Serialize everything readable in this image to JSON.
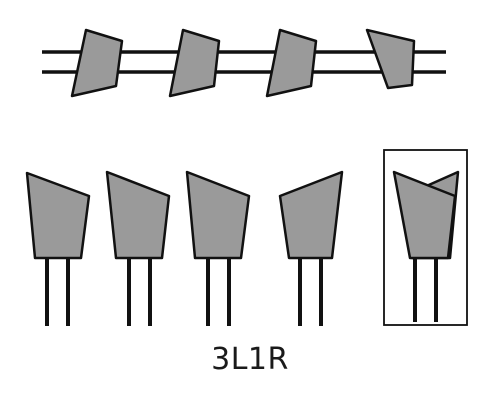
{
  "diagram": {
    "label": "3L1R",
    "colors": {
      "tooth_fill": "#9a9a9a",
      "stroke": "#111111",
      "background": "#ffffff"
    },
    "top_view": {
      "teeth": [
        "left",
        "left",
        "left",
        "right"
      ]
    },
    "front_view": {
      "teeth": [
        "left",
        "left",
        "left",
        "right"
      ],
      "highlighted": "right-overlap"
    }
  }
}
